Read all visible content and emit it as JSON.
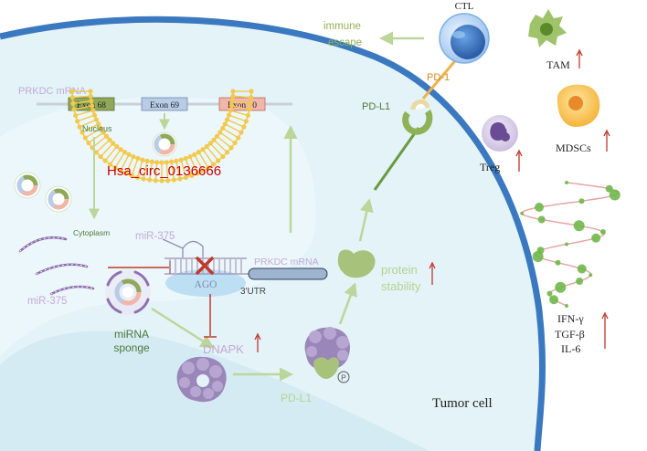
{
  "colors": {
    "cell_fill": "#e3f3f8",
    "nucleus_fill": "#f2f9fb",
    "membrane": "#3a78c0",
    "inhibit_red": "#c0392b",
    "arrow_green": "#bcd69a",
    "lipid_gold": "#f1c94f",
    "mirna_purple": "#8f6fb0",
    "red_label": "#cc0000",
    "exon68": "#8fa85a",
    "exon69": "#b8cce8",
    "exon70": "#f0b6aa"
  },
  "labels": {
    "prkdc_top": "PRKDC mRNA",
    "exon68": "Exon 68",
    "exon69": "Exon 69",
    "exon70": "Exon 70",
    "nucleus": "Nucleus",
    "circ": "Hsa_circ_0136666",
    "cytoplasm": "Cytoplasm",
    "mir375_left": "miR-375",
    "mir375_mid": "miR-375",
    "ago": "AGO",
    "prkdc_mid": "PRKDC mRNA",
    "utr": "3'UTR",
    "mirna": "miRNA",
    "sponge": "sponge",
    "dnapk": "DNAPK",
    "pdl1_bottom": "PD-L1",
    "phospho": "P",
    "protein": "protein",
    "stability": "stability",
    "immune": "immune",
    "escape": "escape",
    "ctl": "CTL",
    "pd1": "PD-1",
    "pdl1_top": "PD-L1",
    "tam": "TAM",
    "mdscs": "MDSCs",
    "treg": "Treg",
    "ifn": "IFN-γ",
    "tgf": "TGF-β",
    "il6": "IL-6",
    "tumor": "Tumor cell"
  },
  "icons": [
    "up-arrow-icon",
    "inhibition-icon",
    "x-mark-icon",
    "phosphate-icon",
    "circ-rna-icon",
    "lipid-bilayer-icon"
  ]
}
